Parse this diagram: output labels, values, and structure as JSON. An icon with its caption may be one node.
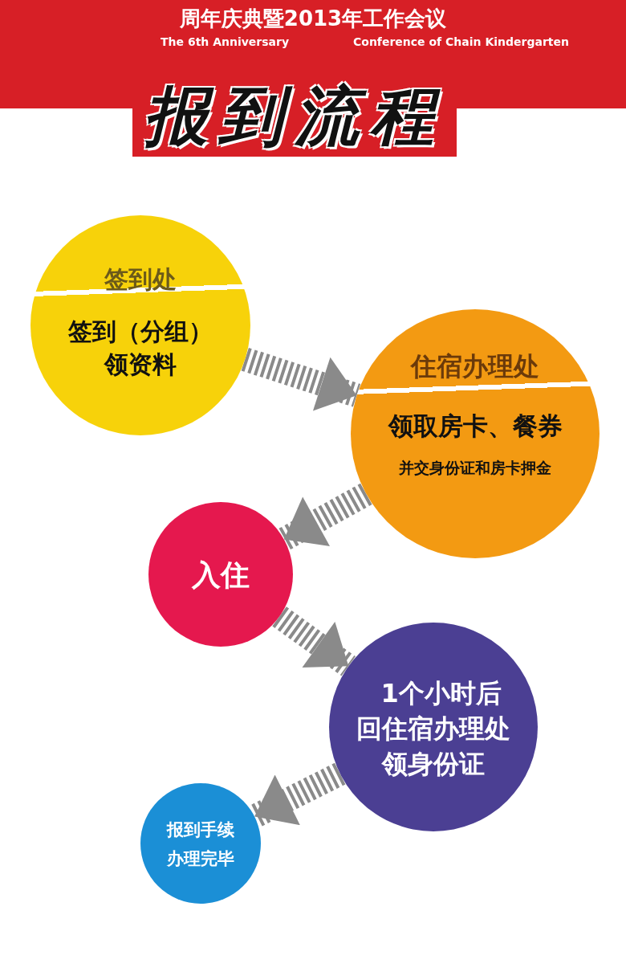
{
  "diagram": {
    "title": "报到流程",
    "nodes": [
      {
        "text": [
          "签到处",
          "签到（分组）领资料"
        ]
      },
      {
        "text": [
          "住宿办理处",
          "领取房卡、餐券",
          "并交身份证和房卡押金"
        ]
      },
      {
        "text": [
          "入住"
        ]
      },
      {
        "text": [
          "1个小时后回住宿办理处领身份证"
        ]
      },
      {
        "text": [
          "报到手续办理完毕"
        ]
      }
    ],
    "edges": [
      {
        "from": 0,
        "to": 1,
        "arrow": "to"
      },
      {
        "from": 1,
        "to": 2,
        "arrow": "to"
      },
      {
        "from": 2,
        "to": 3,
        "arrow": "to"
      },
      {
        "from": 3,
        "to": 4,
        "arrow": "to"
      }
    ],
    "labels": [
      "周年庆典暨2013年工作会议",
      "The 6th Anniversary",
      "Conference of Chain Kindergarten"
    ]
  }
}
